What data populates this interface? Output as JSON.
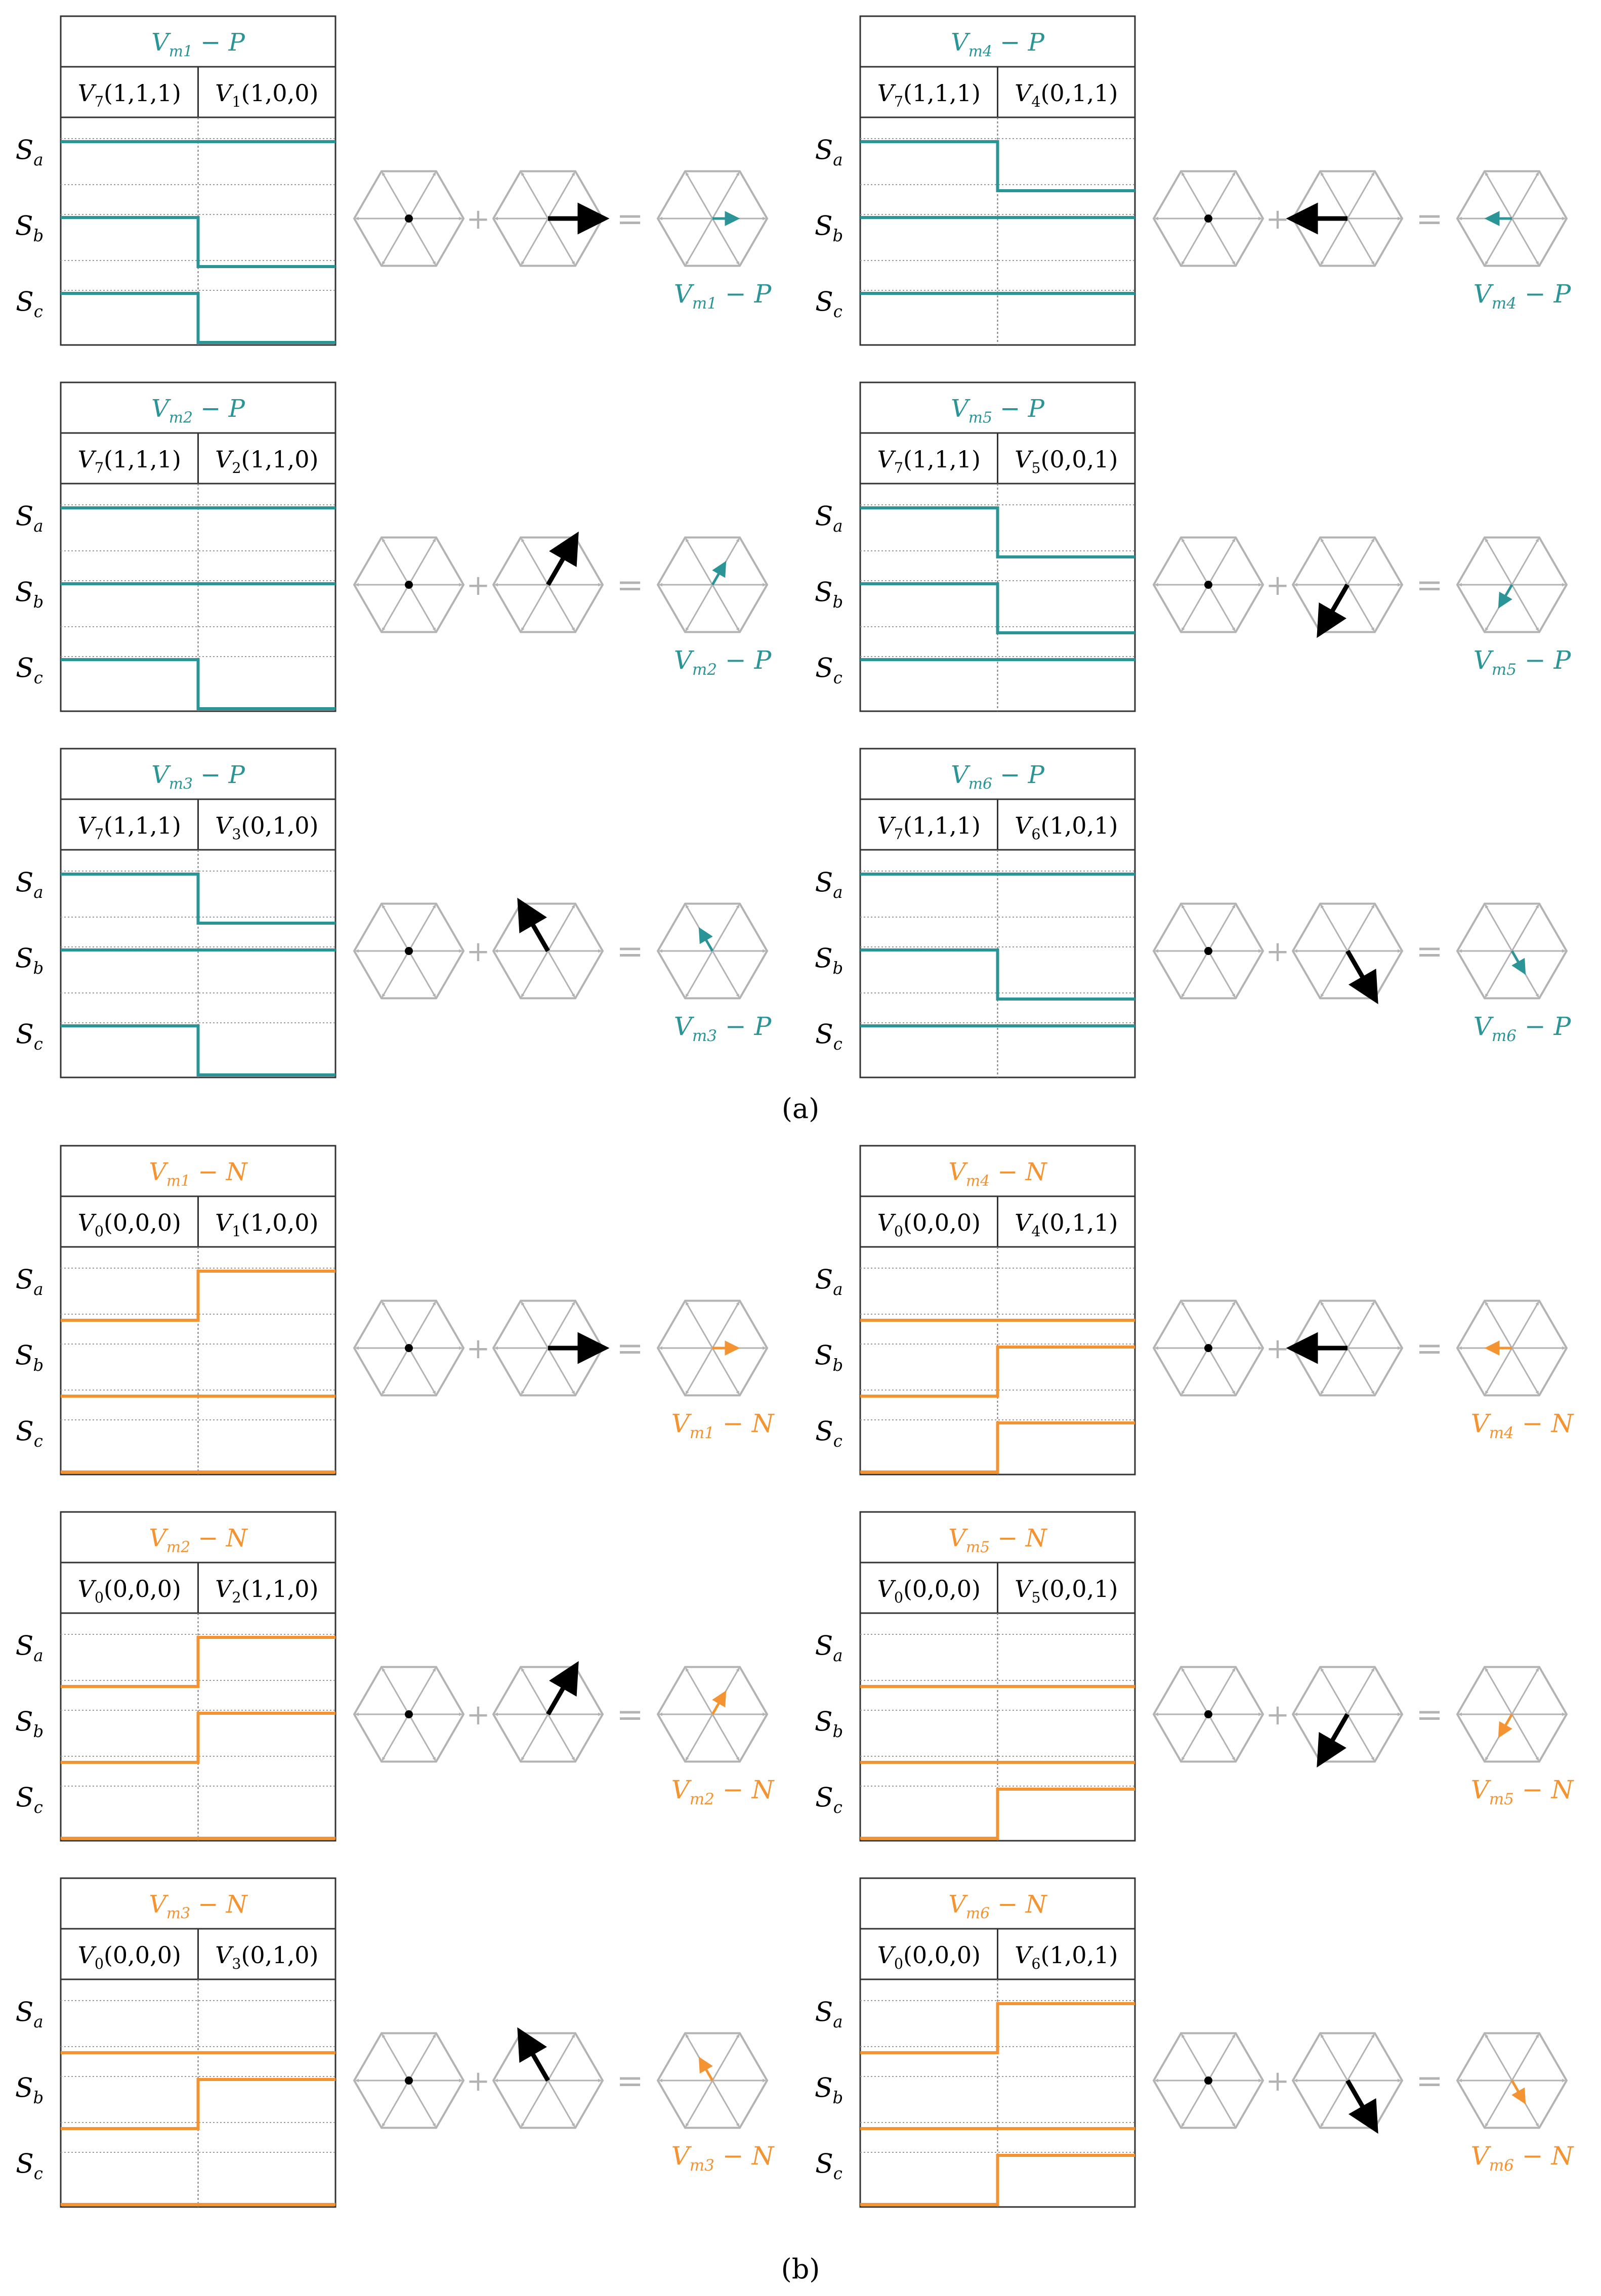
{
  "colors": {
    "teal": "#2a9496",
    "orange": "#f39332",
    "hex": "#b3b3b3",
    "black": "#000000"
  },
  "row_labels": [
    {
      "main": "S",
      "sub": "a"
    },
    {
      "main": "S",
      "sub": "b"
    },
    {
      "main": "S",
      "sub": "c"
    }
  ],
  "operators": {
    "plus": "+",
    "equals": "="
  },
  "part_labels": [
    "(a)",
    "(b)"
  ],
  "blocks": [
    {
      "id": "m1p",
      "color": "teal",
      "title_sub": "m1",
      "title_suffix": " − P",
      "sep": "−",
      "suffix": "P",
      "col1": {
        "base": "V",
        "sub": "7",
        "args": "(1,1,1)"
      },
      "col2": {
        "base": "V",
        "sub": "1",
        "args": "(1,0,0)"
      },
      "a": [
        1,
        1
      ],
      "b": [
        1,
        0
      ],
      "c": [
        1,
        0
      ],
      "angle": 0
    },
    {
      "id": "m4p",
      "color": "teal",
      "title_sub": "m4",
      "sep": "−",
      "suffix": "P",
      "col1": {
        "base": "V",
        "sub": "7",
        "args": "(1,1,1)"
      },
      "col2": {
        "base": "V",
        "sub": "4",
        "args": "(0,1,1)"
      },
      "a": [
        1,
        0
      ],
      "b": [
        1,
        1
      ],
      "c": [
        1,
        1
      ],
      "angle": 180
    },
    {
      "id": "m2p",
      "color": "teal",
      "title_sub": "m2",
      "sep": "−",
      "suffix": "P",
      "col1": {
        "base": "V",
        "sub": "7",
        "args": "(1,1,1)"
      },
      "col2": {
        "base": "V",
        "sub": "2",
        "args": "(1,1,0)"
      },
      "a": [
        1,
        1
      ],
      "b": [
        1,
        1
      ],
      "c": [
        1,
        0
      ],
      "angle": 60
    },
    {
      "id": "m5p",
      "color": "teal",
      "title_sub": "m5",
      "sep": "−",
      "suffix": "P",
      "col1": {
        "base": "V",
        "sub": "7",
        "args": "(1,1,1)"
      },
      "col2": {
        "base": "V",
        "sub": "5",
        "args": "(0,0,1)"
      },
      "a": [
        1,
        0
      ],
      "b": [
        1,
        0
      ],
      "c": [
        1,
        1
      ],
      "angle": 240
    },
    {
      "id": "m3p",
      "color": "teal",
      "title_sub": "m3",
      "sep": "−",
      "suffix": "P",
      "col1": {
        "base": "V",
        "sub": "7",
        "args": "(1,1,1)"
      },
      "col2": {
        "base": "V",
        "sub": "3",
        "args": "(0,1,0)"
      },
      "a": [
        1,
        0
      ],
      "b": [
        1,
        1
      ],
      "c": [
        1,
        0
      ],
      "angle": 120
    },
    {
      "id": "m6p",
      "color": "teal",
      "title_sub": "m6",
      "sep": "−",
      "suffix": "P",
      "col1": {
        "base": "V",
        "sub": "7",
        "args": "(1,1,1)"
      },
      "col2": {
        "base": "V",
        "sub": "6",
        "args": "(1,0,1)"
      },
      "a": [
        1,
        1
      ],
      "b": [
        1,
        0
      ],
      "c": [
        1,
        1
      ],
      "angle": 300
    },
    {
      "id": "m1n",
      "color": "orange",
      "title_sub": "m1",
      "sep": "−",
      "suffix": "N",
      "col1": {
        "base": "V",
        "sub": "0",
        "args": "(0,0,0)"
      },
      "col2": {
        "base": "V",
        "sub": "1",
        "args": "(1,0,0)"
      },
      "a": [
        0,
        1
      ],
      "b": [
        0,
        0
      ],
      "c": [
        0,
        0
      ],
      "angle": 0
    },
    {
      "id": "m4n",
      "color": "orange",
      "title_sub": "m4",
      "sep": "−",
      "suffix": "N",
      "col1": {
        "base": "V",
        "sub": "0",
        "args": "(0,0,0)"
      },
      "col2": {
        "base": "V",
        "sub": "4",
        "args": "(0,1,1)"
      },
      "a": [
        0,
        0
      ],
      "b": [
        0,
        1
      ],
      "c": [
        0,
        1
      ],
      "angle": 180
    },
    {
      "id": "m2n",
      "color": "orange",
      "title_sub": "m2",
      "sep": "−",
      "suffix": "N",
      "col1": {
        "base": "V",
        "sub": "0",
        "args": "(0,0,0)"
      },
      "col2": {
        "base": "V",
        "sub": "2",
        "args": "(1,1,0)"
      },
      "a": [
        0,
        1
      ],
      "b": [
        0,
        1
      ],
      "c": [
        0,
        0
      ],
      "angle": 60
    },
    {
      "id": "m5n",
      "color": "orange",
      "title_sub": "m5",
      "sep": "−",
      "suffix": "N",
      "col1": {
        "base": "V",
        "sub": "0",
        "args": "(0,0,0)"
      },
      "col2": {
        "base": "V",
        "sub": "5",
        "args": "(0,0,1)"
      },
      "a": [
        0,
        0
      ],
      "b": [
        0,
        0
      ],
      "c": [
        0,
        1
      ],
      "angle": 240
    },
    {
      "id": "m3n",
      "color": "orange",
      "title_sub": "m3",
      "sep": "−",
      "suffix": "N",
      "col1": {
        "base": "V",
        "sub": "0",
        "args": "(0,0,0)"
      },
      "col2": {
        "base": "V",
        "sub": "3",
        "args": "(0,1,0)"
      },
      "a": [
        0,
        0
      ],
      "b": [
        0,
        1
      ],
      "c": [
        0,
        0
      ],
      "angle": 120
    },
    {
      "id": "m6n",
      "color": "orange",
      "title_sub": "m6",
      "sep": "−",
      "suffix": "N",
      "col1": {
        "base": "V",
        "sub": "0",
        "args": "(0,0,0)"
      },
      "col2": {
        "base": "V",
        "sub": "6",
        "args": "(1,0,1)"
      },
      "a": [
        0,
        1
      ],
      "b": [
        0,
        0
      ],
      "c": [
        0,
        1
      ],
      "angle": 300
    }
  ]
}
